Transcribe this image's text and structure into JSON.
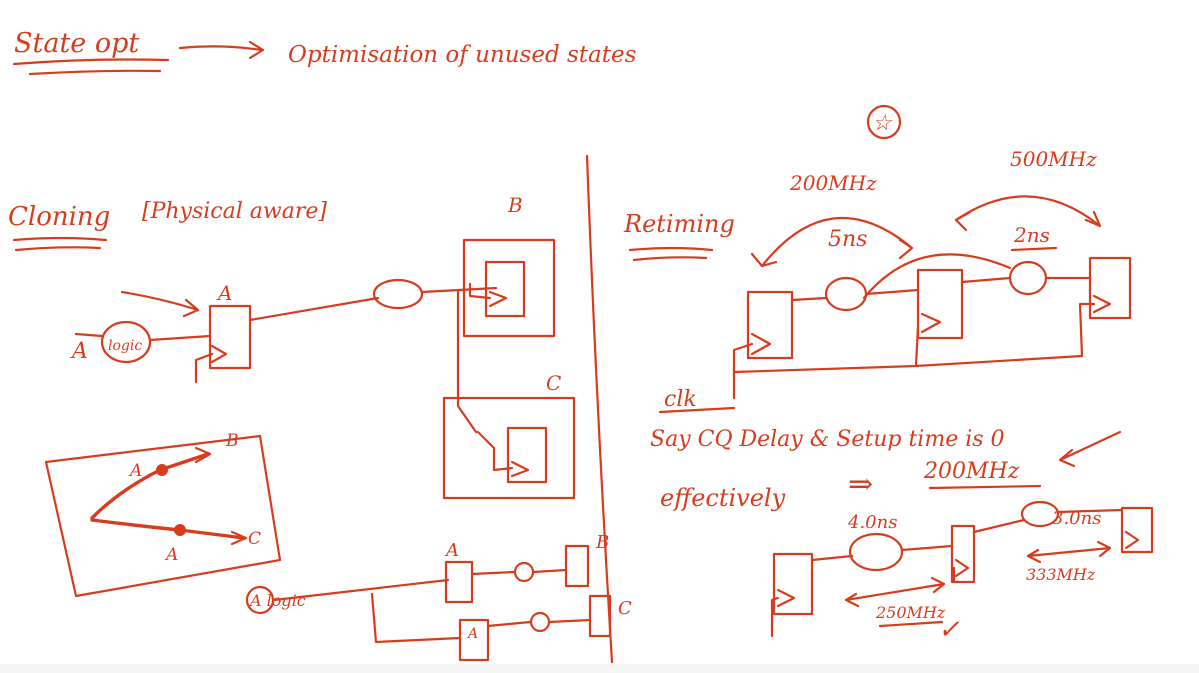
{
  "colors": {
    "ink": "#d83c1e",
    "paper": "#ffffff"
  },
  "top": {
    "state_opt": "State opt",
    "optimisation": "Optimisation of unused states"
  },
  "cloning": {
    "title": "Cloning",
    "physical_aware": "[Physical aware]",
    "ff_a": "A",
    "ff_b": "B",
    "ff_c": "C",
    "input_a": "A",
    "logic": "logic",
    "inset_b": "B",
    "inset_c": "C",
    "inset_a_top": "A",
    "inset_a_bottom": "A",
    "bottom_logic": "A logic",
    "bottom_a_upper": "A",
    "bottom_a_lower": "A",
    "bottom_b": "B",
    "bottom_c": "C"
  },
  "retiming": {
    "title": "Retiming",
    "freq_200": "200MHz",
    "freq_500": "500MHz",
    "delay_5ns": "5ns",
    "delay_2ns": "2ns",
    "clk": "clk",
    "note_line1": "Say CQ Delay & Setup time is 0",
    "effectively": "effectively",
    "arrow": "⇒",
    "result_200": "200MHz",
    "delay_4ns": "4.0ns",
    "delay_3ns": "3.0ns",
    "freq_250": "250MHz",
    "freq_333": "333MHz",
    "check": "✓"
  }
}
